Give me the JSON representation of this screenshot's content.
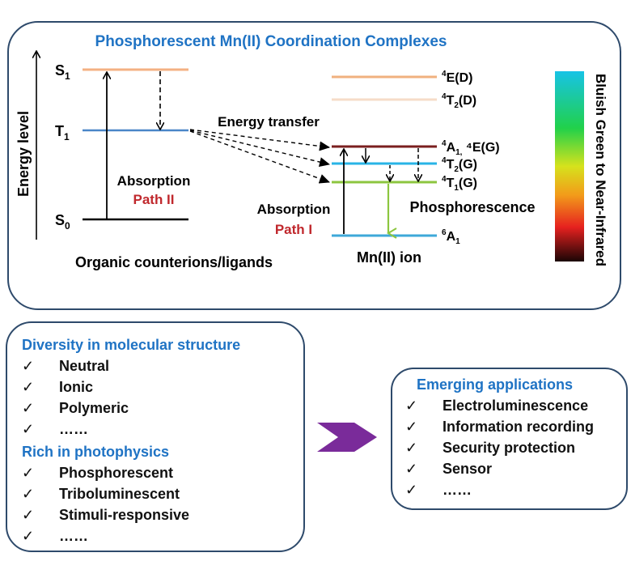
{
  "diagram": {
    "title": "Phosphorescent Mn(II) Coordination Complexes",
    "energy_axis_label": "Energy level",
    "organic": {
      "levels": [
        {
          "key": "s1",
          "label": "S",
          "sub": "1"
        },
        {
          "key": "t1",
          "label": "T",
          "sub": "1"
        },
        {
          "key": "s0",
          "label": "S",
          "sub": "0"
        }
      ],
      "absorption_label": "Absorption",
      "path_label": "Path II",
      "caption": "Organic counterions/ligands"
    },
    "energy_transfer_label": "Energy transfer",
    "mn": {
      "levels": [
        {
          "key": "4E_D",
          "pre": "4",
          "label": "E(D)",
          "sub": "",
          "post": "",
          "color": "#f0b17f"
        },
        {
          "key": "4T2_D",
          "pre": "4",
          "label": "T",
          "sub": "2",
          "post": "(D)",
          "color": "#f6dcc8"
        },
        {
          "key": "4A1_4E_G",
          "pre": "4",
          "label": "A",
          "sub": "1,",
          "post": " ⁴E(G)",
          "color": "#7a1f1f"
        },
        {
          "key": "4T2_G",
          "pre": "4",
          "label": "T",
          "sub": "2",
          "post": "(G)",
          "color": "#28b4e6"
        },
        {
          "key": "4T1_G",
          "pre": "4",
          "label": "T",
          "sub": "1",
          "post": "(G)",
          "color": "#8cc63f"
        },
        {
          "key": "6A1",
          "pre": "6",
          "label": "A",
          "sub": "1",
          "post": "",
          "color": "#3ea8d9"
        }
      ],
      "absorption_label": "Absorption",
      "path_label": "Path I",
      "phosphorescence_label": "Phosphorescence",
      "caption": "Mn(II) ion"
    },
    "colorbar_label": "Bluish Green to Near-Infrared"
  },
  "diversity": {
    "title": "Diversity in molecular structure",
    "items": [
      "Neutral",
      "Ionic",
      "Polymeric",
      "……"
    ]
  },
  "photophysics": {
    "title": "Rich in photophysics",
    "items": [
      "Phosphorescent",
      "Triboluminescent",
      "Stimuli-responsive",
      "……"
    ]
  },
  "applications": {
    "title": "Emerging applications",
    "items": [
      "Electroluminescence",
      "Information recording",
      "Security protection",
      "Sensor",
      "……"
    ]
  },
  "check_symbol": "✓",
  "colors": {
    "title_blue": "#1f73c4",
    "path_red": "#c0282d",
    "border": "#2e4a6b",
    "arrow_purple": "#7a2b9a",
    "t1_line": "#4a86c8",
    "s1_line": "#f4b183"
  }
}
